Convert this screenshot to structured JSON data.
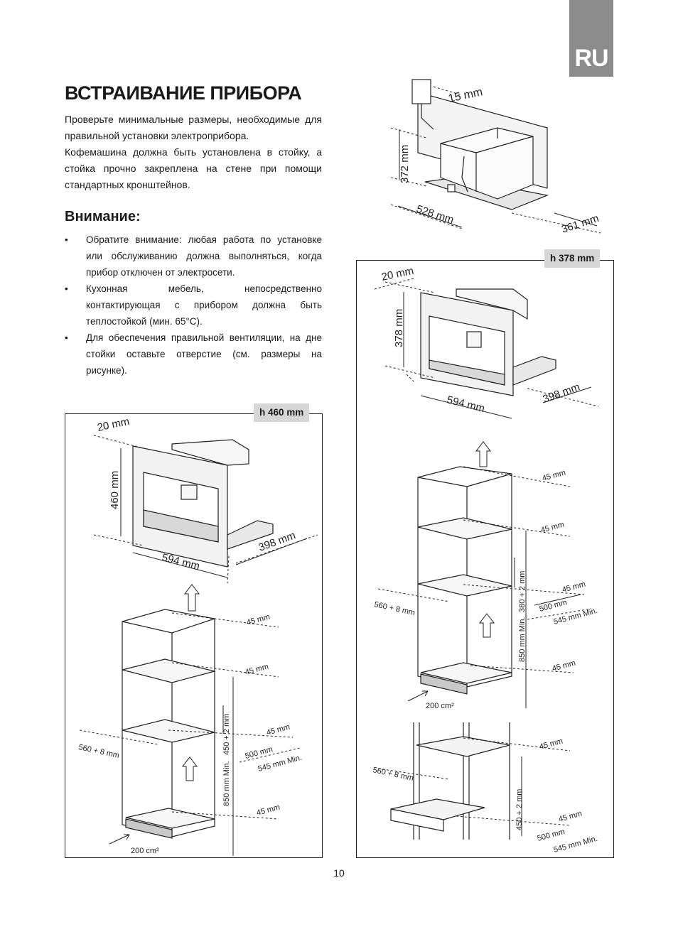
{
  "lang_tab": "RU",
  "title": "ВСТРАИВАНИЕ ПРИБОРА",
  "intro": {
    "p1": "Проверьте минимальные размеры, необходимые для правильной установки электроприбора.",
    "p2": "Кофемашина должна быть установлена в стойку, а стойка прочно закреплена на стене при помощи стандартных кронштейнов."
  },
  "attention": {
    "heading": "Внимание:",
    "bullets": [
      "Обратите внимание: любая работа по установке или обслуживанию должна выполняться, когда прибор отключен от электросети.",
      "Кухонная мебель, непосредственно контактирующая с прибором должна быть теплостойкой (мин. 65°C).",
      "Для обеспечения правильной вентиляции, на дне стойки оставьте отверстие (см. размеры на рисунке)."
    ]
  },
  "top_figure": {
    "gap": "15 mm",
    "height": "372 mm",
    "width": "528 mm",
    "depth": "361 mm"
  },
  "panel_460": {
    "tag": "h 460 mm",
    "gap": "20 mm",
    "height": "460 mm",
    "width": "594 mm",
    "depth": "398 mm",
    "shelf_gap_top": "45 mm",
    "shelf_gap_mid": "45 mm",
    "shelf_gap_low": "45 mm",
    "shelf_gap_bottom": "45 mm",
    "inner_width": "560 + 8 mm",
    "inner_depth": "500 mm",
    "cabinet_depth": "545 mm Min.",
    "niche_height": "450 + 2 mm",
    "floor_height": "850 mm Min.",
    "vent_area": "200 cm²"
  },
  "panel_378": {
    "tag": "h 378 mm",
    "gap": "20 mm",
    "height": "378 mm",
    "width": "594 mm",
    "depth": "398 mm",
    "shelf_gap_top": "45 mm",
    "shelf_gap_mid": "45 mm",
    "shelf_gap_low": "45 mm",
    "shelf_gap_bottom": "45 mm",
    "inner_width": "560 + 8 mm",
    "inner_depth": "500 mm",
    "cabinet_depth": "545 mm Min.",
    "niche_height": "380 + 2 mm",
    "floor_height": "850 mm Min.",
    "vent_area": "200 cm²",
    "drawer_gap_top": "45 mm",
    "drawer_gap_bottom": "45 mm",
    "drawer_inner_width": "560 + 8 mm",
    "drawer_inner_depth": "500 mm",
    "drawer_cabinet_depth": "545 mm Min.",
    "drawer_niche_height": "450 + 2 mm"
  },
  "page_number": "10"
}
